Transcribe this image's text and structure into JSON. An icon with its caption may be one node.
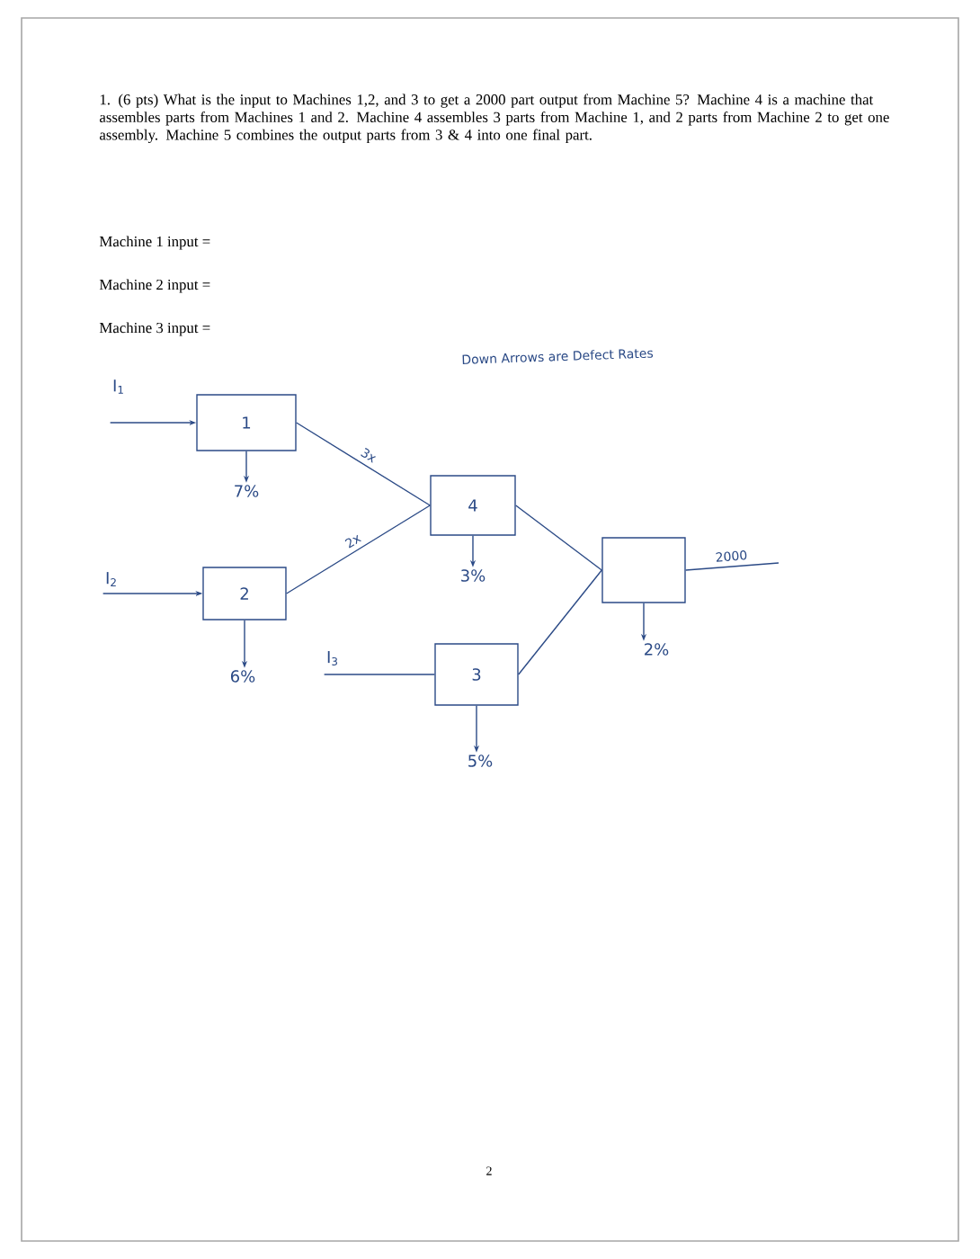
{
  "diagram": {
    "nodes": [
      {
        "text": [
          "I$_{1}$"
        ]
      },
      {
        "text": [
          "1"
        ]
      },
      {
        "text": [
          "7%"
        ]
      },
      {
        "text": [
          "4"
        ]
      },
      {
        "text": [
          "3%"
        ]
      },
      {
        "text": [],
        "shape": "box"
      },
      {
        "text": [
          "I$_{2}$"
        ]
      },
      {
        "text": [
          "2"
        ]
      },
      {
        "text": [
          "6%"
        ]
      },
      {
        "text": [
          "I$_{3}$"
        ]
      },
      {
        "text": [
          "3"
        ]
      },
      {
        "text": [
          "5%"
        ]
      },
      {
        "text": [
          "2%"
        ]
      }
    ],
    "edges": [
      {
        "from": 0,
        "to": 1,
        "arrow": "to"
      },
      {
        "from": 1,
        "to": 2,
        "arrow": "to"
      },
      {
        "from": 1,
        "to": 3,
        "arrow": "none",
        "label": "3x"
      },
      {
        "from": 7,
        "to": 3,
        "arrow": "none",
        "label": "2x"
      },
      {
        "from": 3,
        "to": 4,
        "arrow": "to"
      },
      {
        "from": 3,
        "to": 5,
        "arrow": "none"
      },
      {
        "from": 10,
        "to": 5,
        "arrow": "none"
      },
      {
        "from": 6,
        "to": 7,
        "arrow": "to"
      },
      {
        "from": 7,
        "to": 8,
        "arrow": "to"
      },
      {
        "from": 9,
        "to": 10,
        "arrow": "none"
      },
      {
        "from": 10,
        "to": 11,
        "arrow": "to"
      },
      {
        "from": 5,
        "to": 12,
        "arrow": "to"
      },
      {
        "from": 5,
        "to": null,
        "arrow": "none",
        "label": "2000"
      }
    ],
    "labels": [
      "1. (6 pts) What is the input to Machines 1,2, and 3 to get a 2000 part output from Machine 5? Machine 4 is a machine that assembles parts from Machines 1 and 2. Machine 4 assembles 3 parts from Machine 1, and 2 parts from Machine 2 to get one assembly. Machine 5 combines the output parts from 3 & 4 into one final part.",
      "Machine 1 input =",
      "Machine 2 input =",
      "Machine 3 input =",
      "Down Arrows are Defect Rates",
      "2"
    ]
  }
}
